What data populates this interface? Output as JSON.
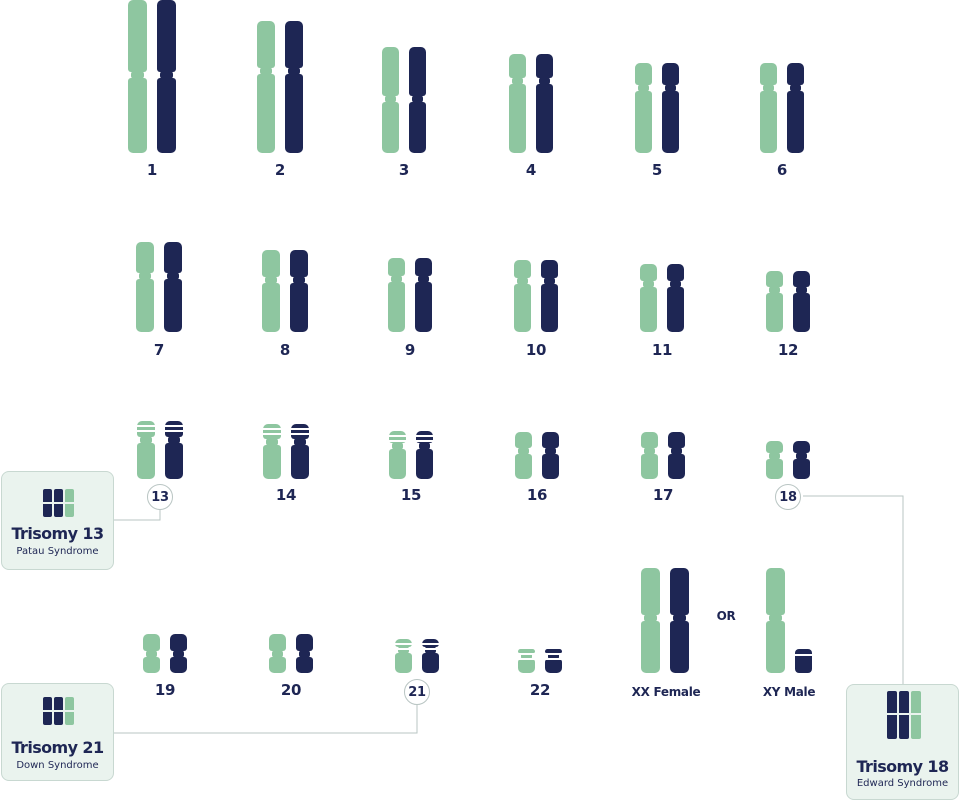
{
  "autosomes": [
    {
      "label": "1"
    },
    {
      "label": "2"
    },
    {
      "label": "3"
    },
    {
      "label": "4"
    },
    {
      "label": "5"
    },
    {
      "label": "6"
    },
    {
      "label": "7"
    },
    {
      "label": "8"
    },
    {
      "label": "9"
    },
    {
      "label": "10"
    },
    {
      "label": "11"
    },
    {
      "label": "12"
    },
    {
      "label": "13"
    },
    {
      "label": "14"
    },
    {
      "label": "15"
    },
    {
      "label": "16"
    },
    {
      "label": "17"
    },
    {
      "label": "18"
    },
    {
      "label": "19"
    },
    {
      "label": "20"
    },
    {
      "label": "21"
    },
    {
      "label": "22"
    }
  ],
  "sex_chromosomes": {
    "female_label": "XX Female",
    "or_label": "OR",
    "male_label": "XY Male"
  },
  "callouts": [
    {
      "title": "Trisomy 13",
      "subtitle": "Patau Syndrome",
      "chromosome": "13"
    },
    {
      "title": "Trisomy 21",
      "subtitle": "Down Syndrome",
      "chromosome": "21"
    },
    {
      "title": "Trisomy 18",
      "subtitle": "Edward Syndrome",
      "chromosome": "18"
    }
  ],
  "colors": {
    "maternal": "#8ec6a0",
    "paternal": "#1e2654",
    "callout_bg": "#eaf3ee"
  }
}
